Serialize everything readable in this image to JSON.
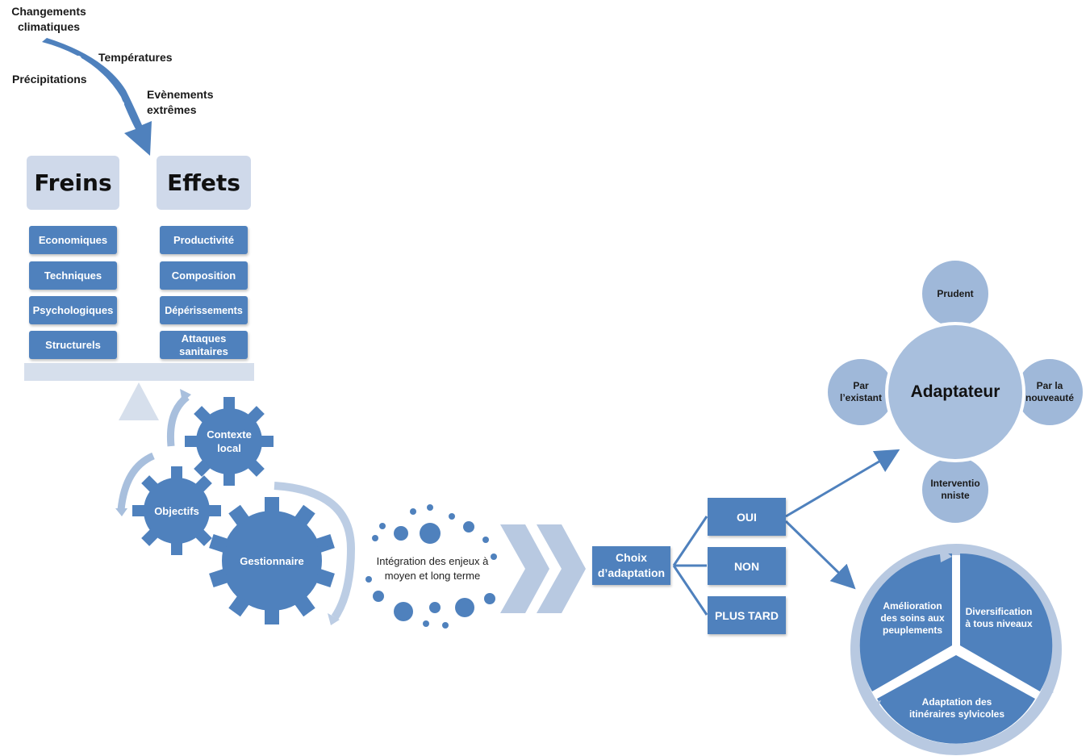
{
  "climate": {
    "title_line1": "Changements",
    "title_line2": "climatiques",
    "temperatures": "Températures",
    "precipitations": "Précipitations",
    "events_line1": "Evènements",
    "events_line2": "extrêmes"
  },
  "balance": {
    "left_header": "Freins",
    "right_header": "Effets",
    "freins": [
      "Economiques",
      "Techniques",
      "Psychologiques",
      "Structurels"
    ],
    "effets": [
      "Productivité",
      "Composition",
      "Dépérissements",
      "Attaques sanitaires"
    ]
  },
  "gears": {
    "contexte_line1": "Contexte",
    "contexte_line2": "local",
    "objectifs": "Objectifs",
    "gestionnaire": "Gestionnaire"
  },
  "integration": {
    "line1": "Intégration des enjeux à",
    "line2": "moyen et long terme"
  },
  "choice": {
    "label_line1": "Choix",
    "label_line2": "d’adaptation",
    "options": [
      "OUI",
      "NON",
      "PLUS TARD"
    ]
  },
  "adaptateur": {
    "center": "Adaptateur",
    "top": "Prudent",
    "left_line1": "Par",
    "left_line2": "l’existant",
    "right_line1": "Par la",
    "right_line2": "nouveauté",
    "bottom_line1": "Interventio",
    "bottom_line2": "nniste"
  },
  "cycle": {
    "left_line1": "Amélioration",
    "left_line2": "des soins aux",
    "left_line3": "peuplements",
    "right_line1": "Diversification",
    "right_line2": "à tous niveaux",
    "bottom_line1": "Adaptation des",
    "bottom_line2": "itinéraires sylvicoles"
  },
  "colors": {
    "primary": "#4f81bd",
    "light": "#a8bfdd",
    "pale": "#cfd9ea",
    "circle": "#9fb8d9"
  }
}
